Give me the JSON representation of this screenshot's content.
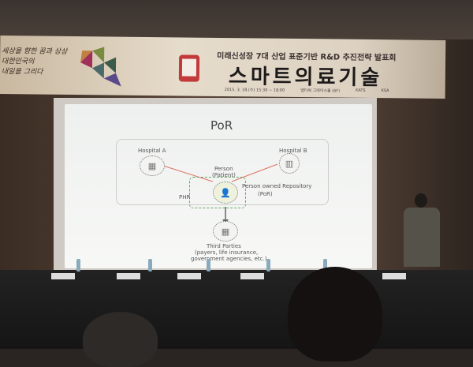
{
  "banner": {
    "handwriting": [
      "세상을 향한 꿈과 상상",
      "대한민국의",
      "내일을 그리다"
    ],
    "subtitle": "미래신성장 7대 산업 표준기반 R&D 추진전략 발표회",
    "title": "스마트의료기술",
    "date": "2015. 3. 18.(수) 15:30 ~ 18:00",
    "venue": "엘타워 그레이스홀 (6F)",
    "org1": "KATS",
    "org2": "KSA"
  },
  "slide": {
    "title": "PoR",
    "hospital_a": "Hospital A",
    "hospital_b": "Hospital B",
    "person": "Person",
    "patient": "(Patient)",
    "repository": "Person owned Repository",
    "repository_abbr": "(PoR)",
    "phr": "PHR",
    "third_parties": "Third Parties",
    "third_parties_detail1": "(payers, life insurance,",
    "third_parties_detail2": "government agencies, etc.)"
  },
  "colors": {
    "arrow": "#e07060",
    "phr_border": "#6aa86a"
  }
}
